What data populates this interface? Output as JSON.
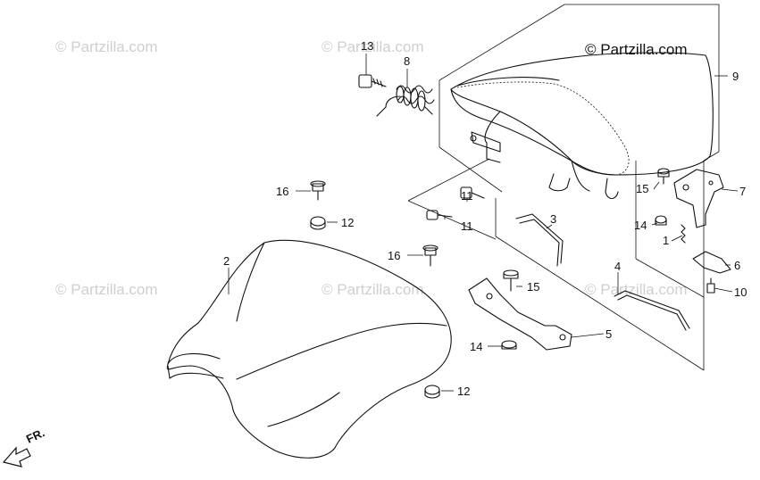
{
  "diagram": {
    "brand": "© Partzilla.com",
    "watermark": "© Partzilla.com",
    "direction_label": "FR.",
    "callouts": {
      "c1": "1",
      "c2": "2",
      "c3": "3",
      "c4": "4",
      "c5": "5",
      "c6": "6",
      "c7": "7",
      "c8": "8",
      "c9": "9",
      "c10": "10",
      "c11a": "11",
      "c11b": "11",
      "c12a": "12",
      "c12b": "12",
      "c13": "13",
      "c14a": "14",
      "c14b": "14",
      "c15a": "15",
      "c15b": "15",
      "c16a": "16",
      "c16b": "16"
    }
  }
}
